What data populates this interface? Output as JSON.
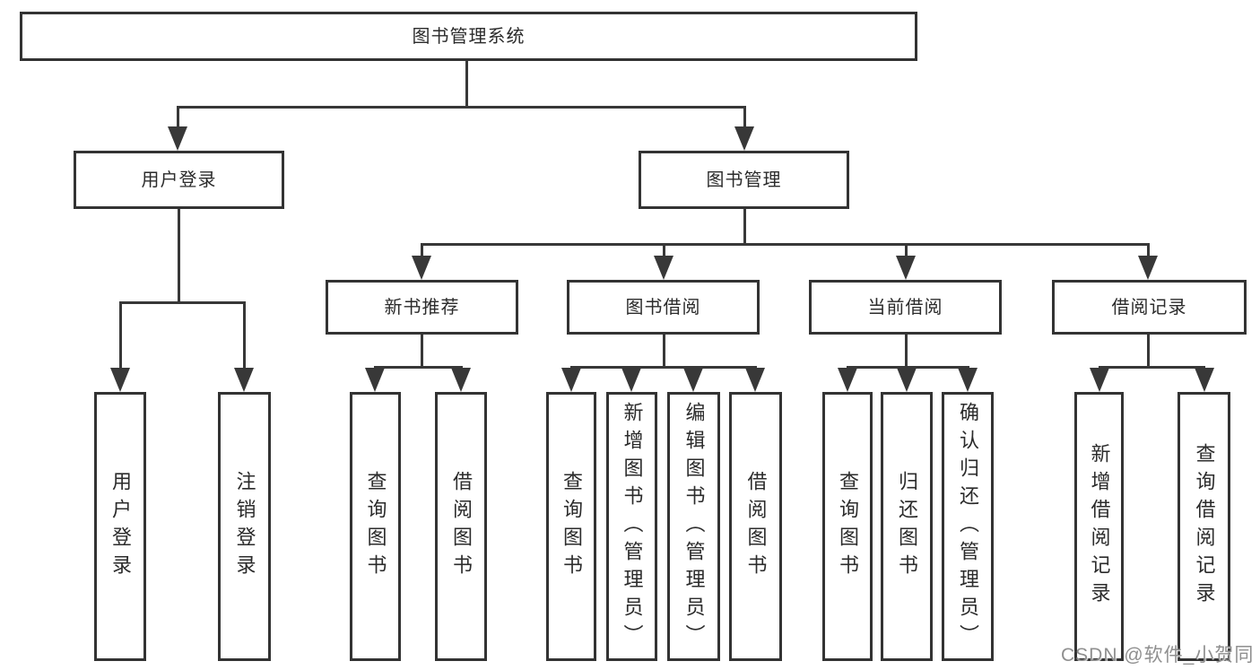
{
  "title": "图书管理系统",
  "watermark": "CSDN @软件_小贺同学",
  "colors": {
    "background": "#ffffff",
    "box_border": "#333333",
    "line": "#383838",
    "text": "#2b2b2b",
    "watermark": "#8f8f8f"
  },
  "tree": {
    "root": {
      "label": "图书管理系统"
    },
    "branches": [
      {
        "label": "用户登录",
        "children": [
          {
            "label": "用户登录"
          },
          {
            "label": "注销登录"
          }
        ]
      },
      {
        "label": "图书管理",
        "groups": [
          {
            "label": "新书推荐",
            "children": [
              {
                "label": "查询图书"
              },
              {
                "label": "借阅图书"
              }
            ]
          },
          {
            "label": "图书借阅",
            "children": [
              {
                "label": "查询图书"
              },
              {
                "label": "新增图书（管理员）"
              },
              {
                "label": "编辑图书（管理员）"
              },
              {
                "label": "借阅图书"
              }
            ]
          },
          {
            "label": "当前借阅",
            "children": [
              {
                "label": "查询图书"
              },
              {
                "label": "归还图书"
              },
              {
                "label": "确认归还（管理员）"
              }
            ]
          },
          {
            "label": "借阅记录",
            "children": [
              {
                "label": "新增借阅记录"
              },
              {
                "label": "查询借阅记录"
              }
            ]
          }
        ]
      }
    ]
  }
}
